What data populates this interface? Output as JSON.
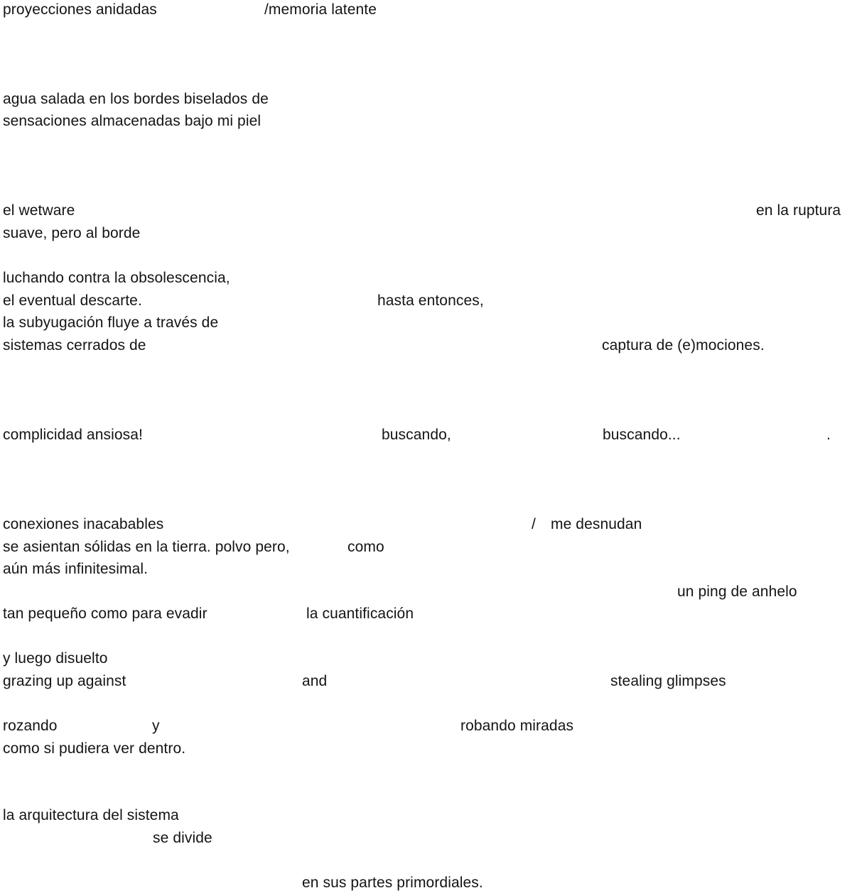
{
  "poem": {
    "title": "proyecciones anidadas",
    "title_aside": "/memoria latente",
    "stanza1": [
      "agua salada en los bordes biselados de",
      "sensaciones almacenadas bajo mi piel"
    ],
    "stanza2": {
      "line1_left": "el wetware",
      "line1_right": "en la ruptura",
      "line2": "suave, pero al borde"
    },
    "stanza3": {
      "line1": "luchando contra la obsolescencia,",
      "line2_left": "el eventual descarte.",
      "line2_right": "hasta entonces,",
      "line3": "la subyugación fluye a través de",
      "line4_left": "sistemas cerrados de",
      "line4_right": "captura de (e)mociones."
    },
    "stanza4": {
      "part1": "complicidad ansiosa!",
      "part2": "buscando,",
      "part3": "buscando...",
      "part4": "."
    },
    "stanza5": {
      "line1_left": "conexiones inacabables",
      "line1_slash": "/",
      "line1_right": "me desnudan",
      "line2_left": "se asientan sólidas en la tierra. polvo pero,",
      "line2_right": "como",
      "line3": "aún más infinitesimal.",
      "line4": "un ping de anhelo",
      "line5_left": "tan pequeño como para evadir",
      "line5_right": "la cuantificación"
    },
    "stanza6": {
      "line1": "y luego disuelto",
      "line2_a": "grazing up against",
      "line2_b": "and",
      "line2_c": "stealing glimpses"
    },
    "stanza7": {
      "line1_a": "rozando",
      "line1_b": "y",
      "line1_c": "robando miradas",
      "line2": "como si pudiera ver dentro."
    },
    "stanza8": {
      "line1": "la arquitectura del sistema",
      "line2": "se divide",
      "line3": "en sus partes primordiales."
    }
  }
}
